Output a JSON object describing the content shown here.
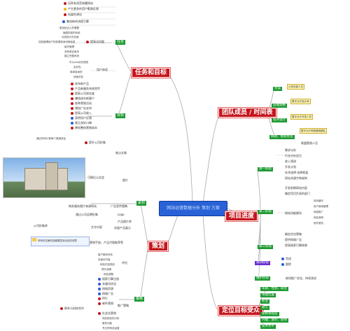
{
  "center": {
    "label": "网站运营数据分析 策划 方案"
  },
  "main_topics": {
    "goals": "任务和目标",
    "team": "团队成员 / 时间表",
    "progress": "项目进度",
    "plan": "策划",
    "audience": "定位目标受众"
  },
  "goals": {
    "task_label": "任务",
    "target_label": "目标",
    "user_feature_label": "用户体验",
    "top_items": [
      "培养有语音收藏网站",
      "产生更多的用户黏和反馈",
      "拓展性建设",
      "集成新的流程引擎",
      "提高访问量"
    ],
    "detail_items": [
      "更加贴近人的需要",
      "版图的架构系统",
      "动态统计的页面",
      "控制管理用户的权限和身份等信息",
      "维护管理",
      "多种语言版本",
      "建立完整系统"
    ],
    "ux_items": [
      "可以seo优化搜索",
      "友好性",
      "简单易用的",
      "快速浏览"
    ],
    "target_items": [
      "发布新产品",
      "产品新服务系统宣传",
      "提高公司知名度",
      "赚钱成本新客户",
      "各种营销活动",
      "增加广告支持",
      "提高公司收入",
      "获得用户反馈",
      "建立良好口碑",
      "降低整体营销成本",
      "通过时间计算每个渠道收益",
      "提升公司形象"
    ]
  },
  "team": {
    "boxes": [
      {
        "label": "文案",
        "note": "公司内部人员"
      },
      {
        "label": "前端调整",
        "note": "数字大厅设计师"
      },
      {
        "label": "程序设计",
        "note": "数字大厅开发人员"
      },
      {
        "label": "网站、搜索优化",
        "note": "数字大厅网络营销团队",
        "note2": "联盟营销人员"
      }
    ]
  },
  "progress": {
    "stage_labels": [
      "第一阶段",
      "第二阶段",
      "第三阶段",
      "第四阶段",
      "维护阶段"
    ],
    "stage1": [
      "需求分析",
      "行业分析定位",
      "收入预测",
      "开发计划",
      "技术选择·选择框架",
      "网站关键字和架构"
    ],
    "stage2": [
      "开发前期网站内容",
      "确定项目负责的部门",
      "网站功能模块",
      "需要框架",
      "用户使用管理",
      "网络推广",
      "网站清单"
    ],
    "stage2_sub": [
      "网页编写",
      "用户使用管理",
      "网络推广",
      "网站清单",
      "软件更改"
    ],
    "stage3": [
      "确定优化策略",
      "提供网络广告",
      "提高搜索引擎效果"
    ],
    "stage4": [
      "完成",
      "跟踪"
    ],
    "maintain": "继续推广优化、持续改进"
  },
  "plan": {
    "material_label": "素材",
    "structure_label": "策略",
    "top_items": [
      "焦点文章",
      "图片"
    ],
    "photo_caption": "可随后公告会",
    "material_items": [
      "商务服务图片来源网站",
      "通过公司品牌形象",
      "Logo",
      "产品图片库",
      "动画产品展示"
    ],
    "material_descs": [
      "广告宣传图稿",
      "公司形象库",
      "文字内容"
    ],
    "note_box": "所有的文稿内容都要发到对应的领导",
    "note_right": "营销手册，产品代理推荐等",
    "eval_label": "评估",
    "eval_items": [
      "客户服务体系",
      "页面访问量",
      "网站内容规划",
      "提升品牌",
      "网站调整"
    ],
    "promo_label": "推广策略",
    "promo_items": [
      "搜索引擎注册",
      "关键词优化",
      "网络资源",
      "网络广告",
      "PPC",
      "邮件营销",
      "联系与机构合作",
      "社会化营销"
    ],
    "bottom_items": [
      "网站规划的分析",
      "服务功能",
      "专业的网站运营",
      "服务功能"
    ]
  },
  "audience": {
    "items": [
      "年龄、性别、职位",
      "地理位置",
      "职业",
      "收入",
      "受教育程度",
      "兴趣、爱好、影响",
      "技术水平"
    ]
  },
  "colors": {
    "main_red": "#c4161c",
    "branch_green": "#1f9a32",
    "center_blue": "#2862d6",
    "line_gray": "#9a9a9a",
    "note_yellow": "#fff6b3"
  },
  "icons": [
    "priority-red-icon",
    "priority-yellow-icon",
    "priority-blue-icon",
    "check-icon",
    "note-icon",
    "photo-image"
  ]
}
